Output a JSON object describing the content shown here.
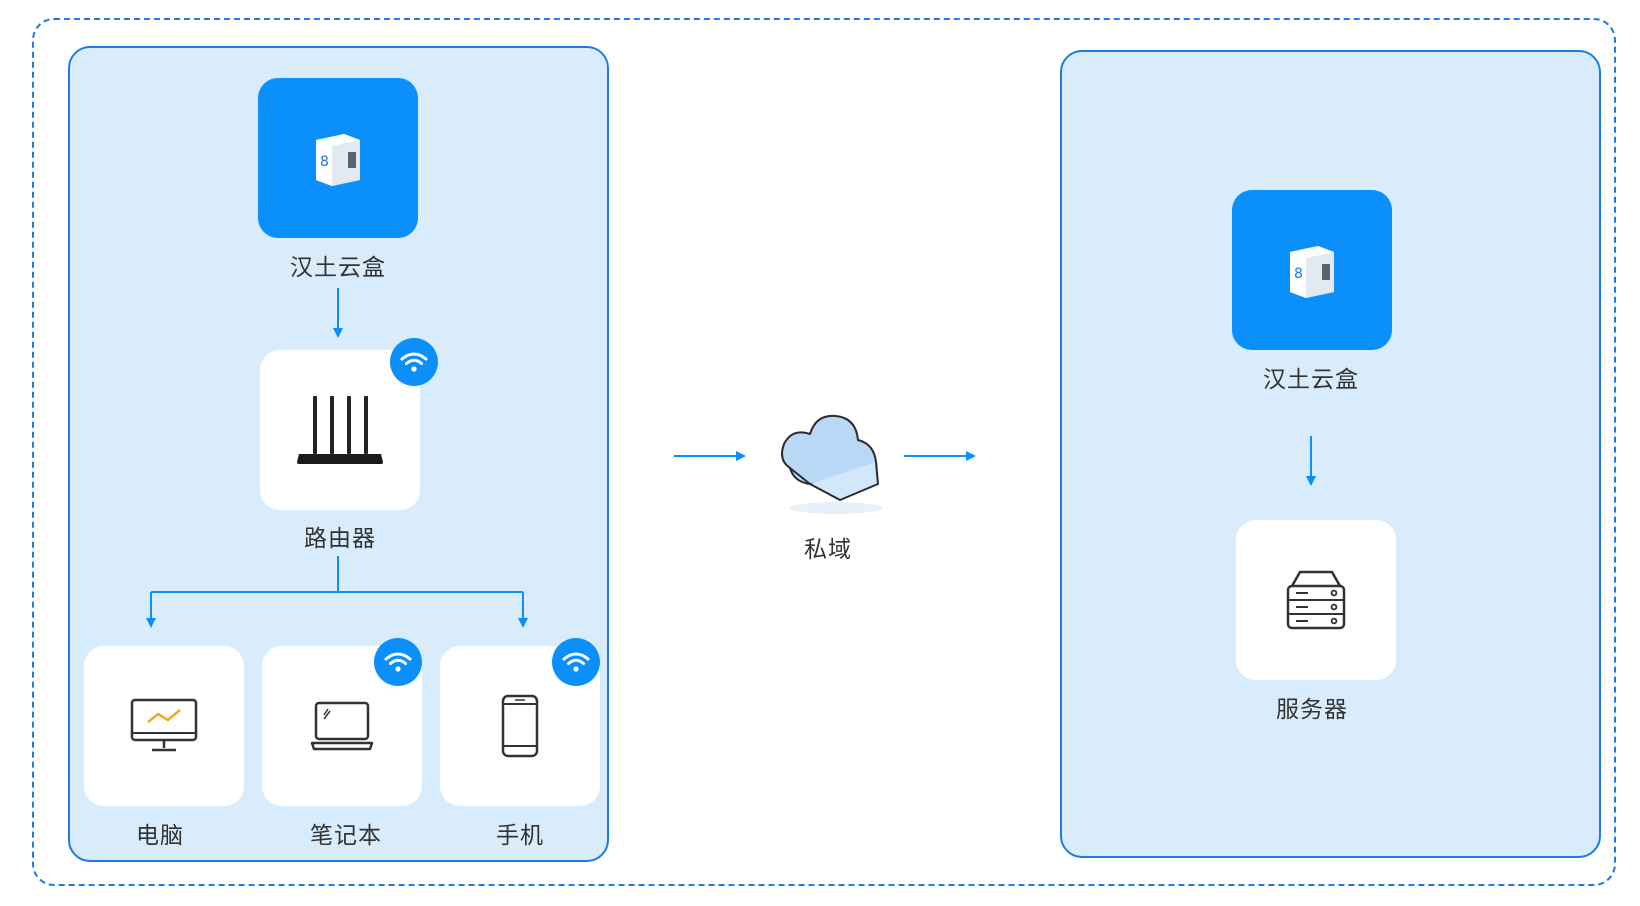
{
  "nodes": {
    "cloud_box_left": "汉土云盒",
    "router": "路由器",
    "computer": "电脑",
    "laptop": "笔记本",
    "phone": "手机",
    "private_domain": "私域",
    "cloud_box_right": "汉土云盒",
    "server": "服务器"
  },
  "icons": {
    "cloud_box": "cloud-box-device-icon",
    "router": "router-icon",
    "wifi": "wifi-icon",
    "computer": "monitor-icon",
    "laptop": "laptop-icon",
    "phone": "smartphone-icon",
    "cloud": "cloud-icon",
    "server": "server-icon"
  },
  "colors": {
    "accent": "#0a8ffb",
    "border": "#1e7be6",
    "panel_fill": "#d8ecfb",
    "chart_line": "#f5a623"
  }
}
